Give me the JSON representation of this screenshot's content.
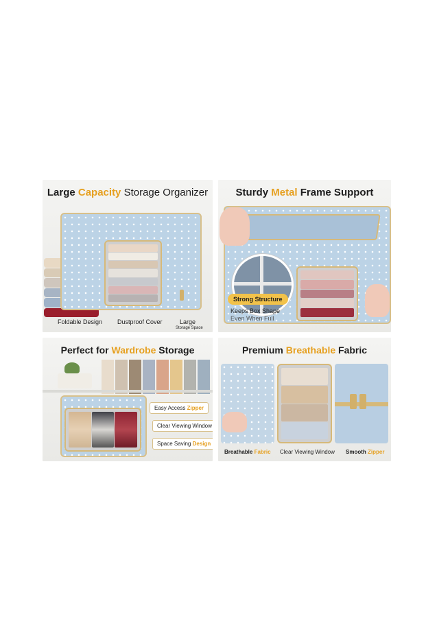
{
  "panel1": {
    "title_pre": "Large ",
    "title_hl": "Capacity",
    "title_post": " Storage Organizer",
    "captions": [
      "Foldable Design",
      "Dustproof Cover",
      "Large",
      "Storage Space"
    ]
  },
  "panel2": {
    "title_pre": "Sturdy ",
    "title_hl": "Metal",
    "title_post": " Frame Support",
    "badge": "Strong Structure",
    "note1": "Keeps Box Shape",
    "note2": "Even When Full"
  },
  "panel3": {
    "title_pre": "Perfect for ",
    "title_hl": "Wardrobe",
    "title_post": " Storage",
    "label1_pre": "Easy Access ",
    "label1_hl": "Zipper",
    "label2": "Clear Viewing Window",
    "label3_pre": "Space Saving ",
    "label3_hl": "Design"
  },
  "panel4": {
    "title_pre": "Premium ",
    "title_hl": "Breathable",
    "title_post": " Fabric",
    "cap1_pre": "Breathable ",
    "cap1_hl": "Fabric",
    "cap2": "Clear Viewing Window",
    "cap3_pre": "Smooth ",
    "cap3_hl": "Zipper"
  },
  "colors": {
    "accent": "#e6a020",
    "box": "#bcd3e6",
    "trim": "#d8c08a"
  }
}
